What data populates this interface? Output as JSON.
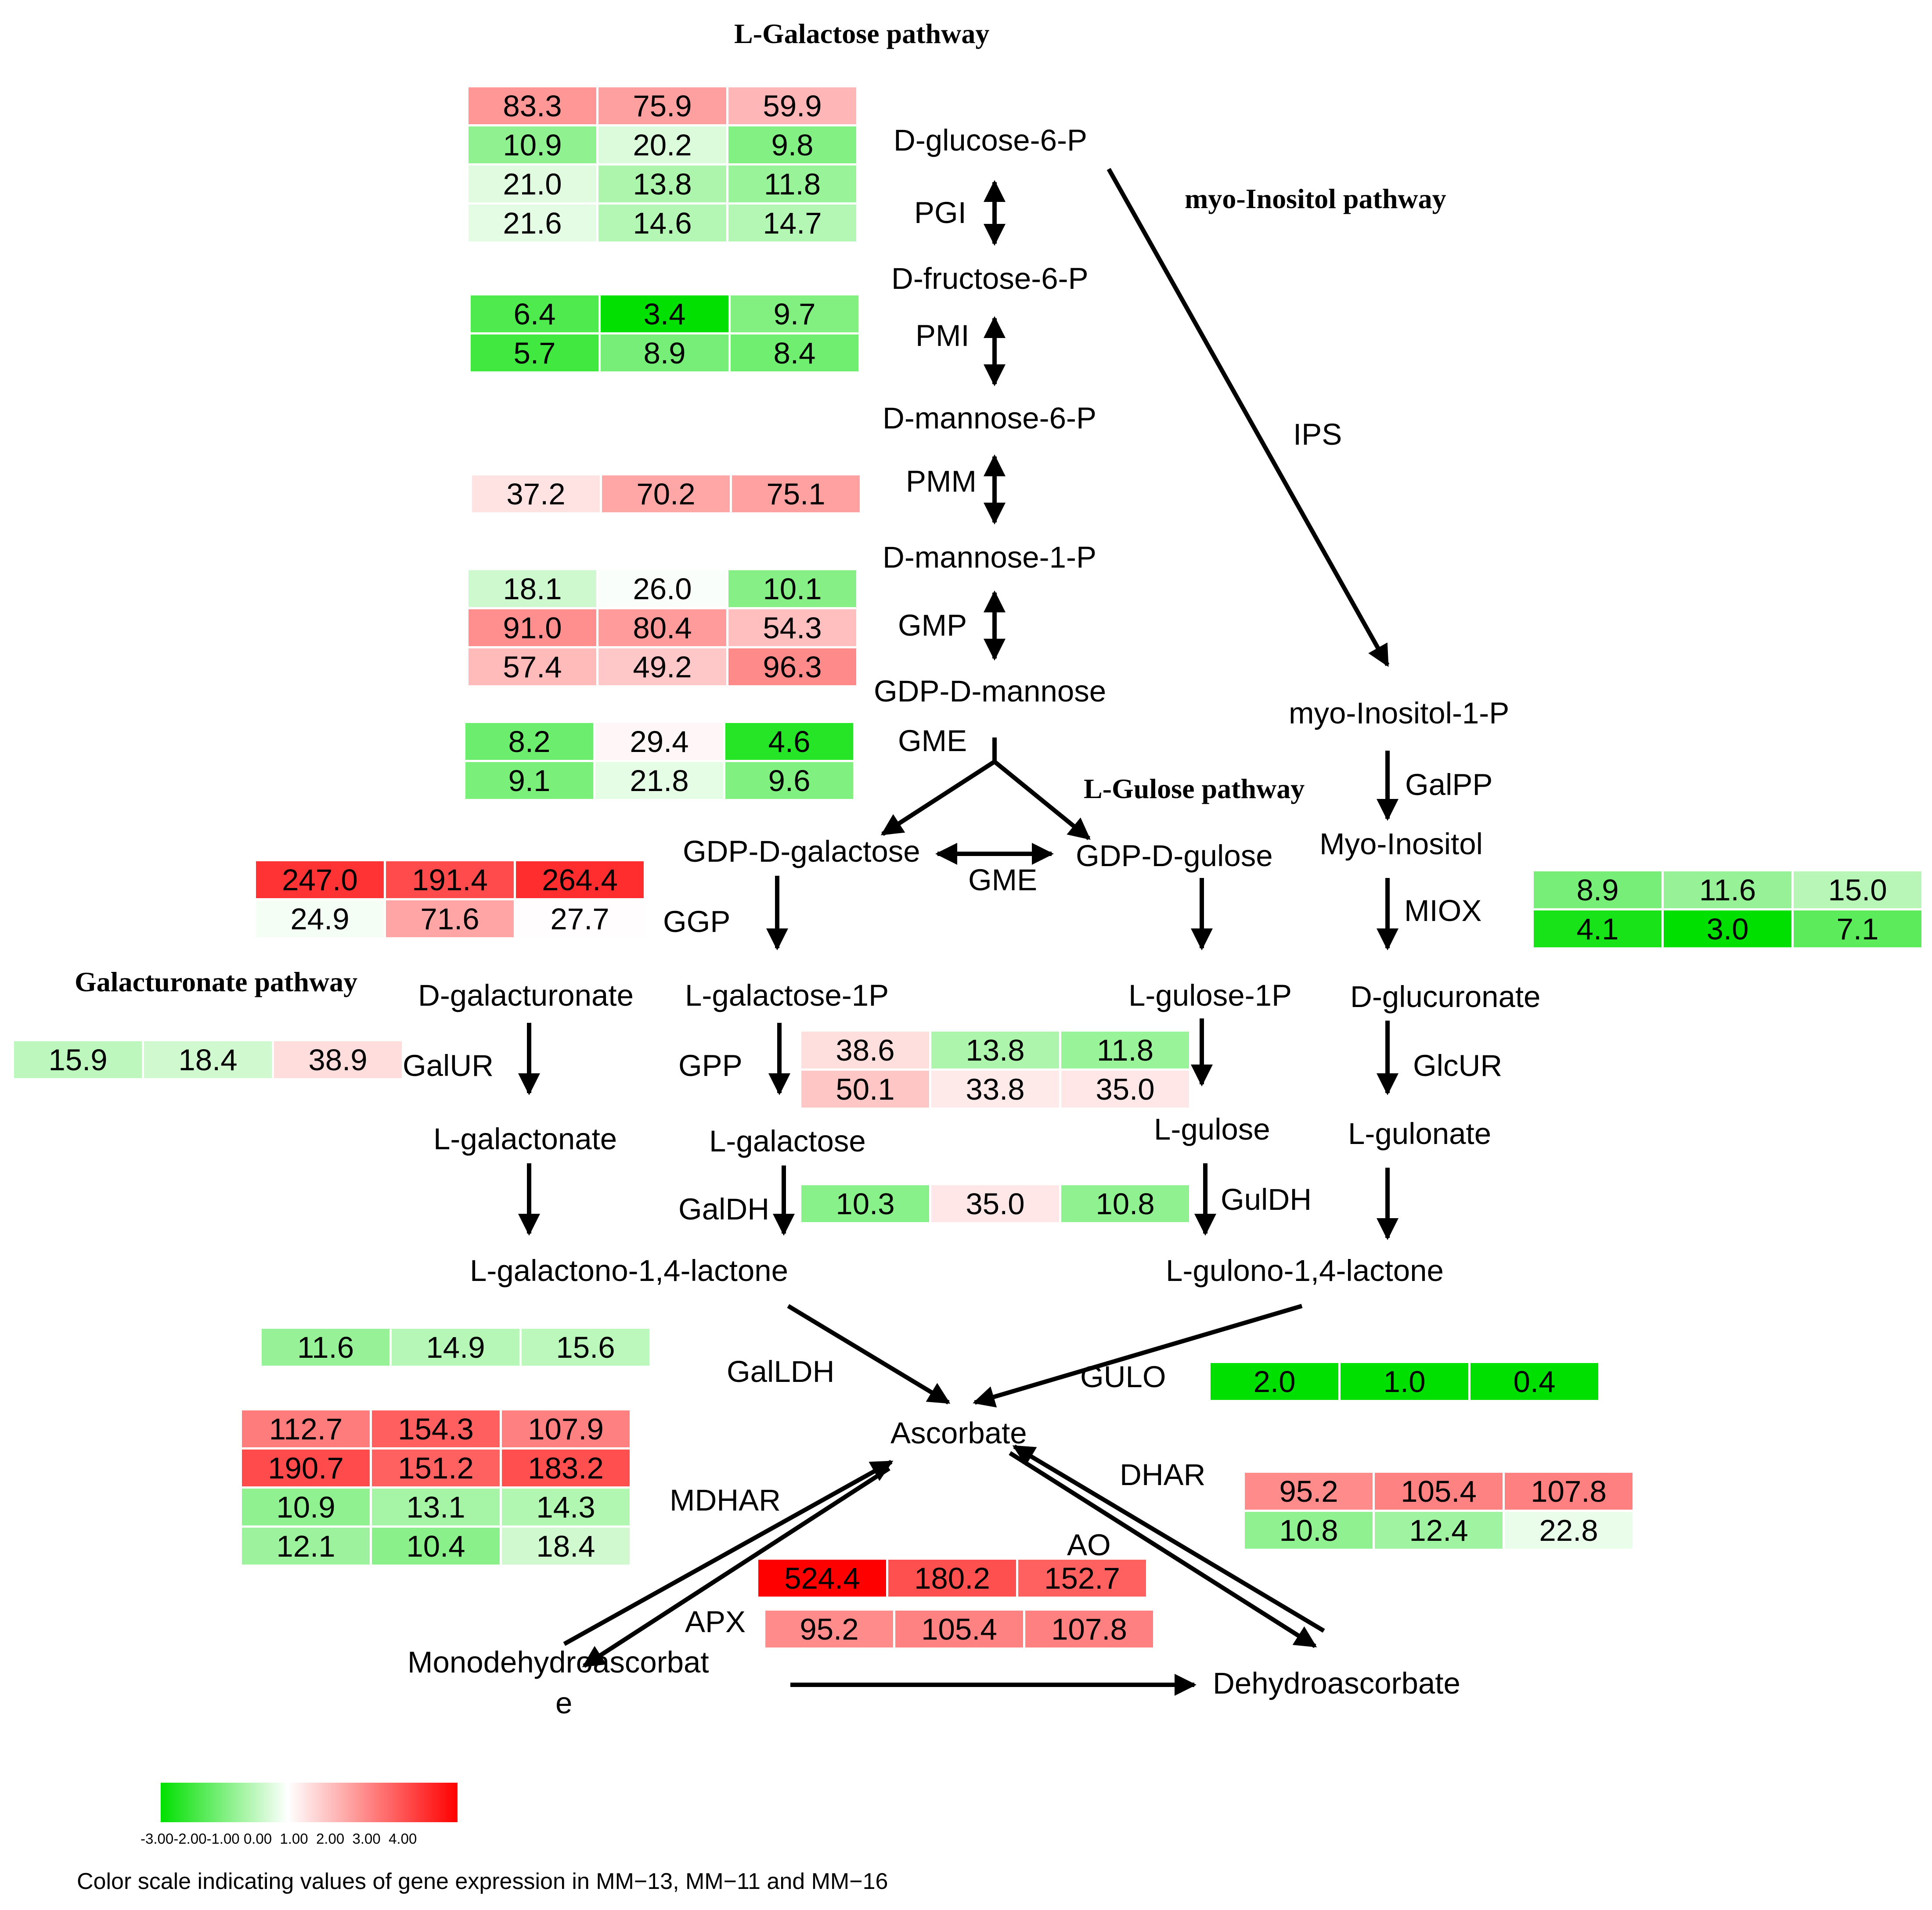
{
  "pathways": {
    "galactose": "L-Galactose pathway",
    "inositol": "myo-Inositol pathway",
    "gulose": "L-Gulose pathway",
    "galacturonate": "Galacturonate pathway"
  },
  "metabolites": {
    "glc6p": "D-glucose-6-P",
    "fru6p": "D-fructose-6-P",
    "man6p": "D-mannose-6-P",
    "man1p": "D-mannose-1-P",
    "gdpman": "GDP-D-mannose",
    "gdpgal": "GDP-D-galactose",
    "gdpgul": "GDP-D-gulose",
    "mi1p": "myo-Inositol-1-P",
    "mi": "Myo-Inositol",
    "dgalur": "D-galacturonate",
    "lgal1p": "L-galactose-1P",
    "lgul1p": "L-gulose-1P",
    "dgluc": "D-glucuronate",
    "lgalonate": "L-galactonate",
    "lgal": "L-galactose",
    "lgul": "L-gulose",
    "lgulonate": "L-gulonate",
    "lgallact": "L-galactono-1,4-lactone",
    "lgullact": "L-gulono-1,4-lactone",
    "asc": "Ascorbate",
    "mda_a": "Monodehydroascorbat",
    "mda_b": "e",
    "dha": "Dehydroascorbate"
  },
  "enzymes": {
    "pgi": "PGI",
    "pmi": "PMI",
    "pmm": "PMM",
    "gmp": "GMP",
    "gme1": "GME",
    "gme2": "GME",
    "ggp": "GGP",
    "ips": "IPS",
    "galpp": "GalPP",
    "miox": "MIOX",
    "galur": "GalUR",
    "gpp": "GPP",
    "glcur": "GlcUR",
    "galdh": "GalDH",
    "guldh": "GulDH",
    "galldh": "GalLDH",
    "gulo": "GULO",
    "mdhar": "MDHAR",
    "dhar": "DHAR",
    "ao": "AO",
    "apx": "APX"
  },
  "heatmaps": {
    "pgi": [
      [
        83.3,
        75.9,
        59.9
      ],
      [
        10.9,
        20.2,
        9.8
      ],
      [
        21.0,
        13.8,
        11.8
      ],
      [
        21.6,
        14.6,
        14.7
      ]
    ],
    "pmi": [
      [
        6.4,
        3.4,
        9.7
      ],
      [
        5.7,
        8.9,
        8.4
      ]
    ],
    "pmm": [
      [
        37.2,
        70.2,
        75.1
      ]
    ],
    "gmp": [
      [
        18.1,
        26.0,
        10.1
      ],
      [
        91.0,
        80.4,
        54.3
      ],
      [
        57.4,
        49.2,
        96.3
      ]
    ],
    "gme": [
      [
        8.2,
        29.4,
        4.6
      ],
      [
        9.1,
        21.8,
        9.6
      ]
    ],
    "ggp": [
      [
        247.0,
        191.4,
        264.4
      ],
      [
        24.9,
        71.6,
        27.7
      ]
    ],
    "miox": [
      [
        8.9,
        11.6,
        15.0
      ],
      [
        4.1,
        3.0,
        7.1
      ]
    ],
    "galur": [
      [
        15.9,
        18.4,
        38.9
      ]
    ],
    "gpp": [
      [
        38.6,
        13.8,
        11.8
      ],
      [
        50.1,
        33.8,
        35.0
      ]
    ],
    "galdh": [
      [
        10.3,
        35.0,
        10.8
      ]
    ],
    "galldh": [
      [
        11.6,
        14.9,
        15.6
      ]
    ],
    "gulo": [
      [
        2.0,
        1.0,
        0.4
      ]
    ],
    "mdhar": [
      [
        112.7,
        154.3,
        107.9
      ],
      [
        190.7,
        151.2,
        183.2
      ],
      [
        10.9,
        13.1,
        14.3
      ],
      [
        12.1,
        10.4,
        18.4
      ]
    ],
    "dhar": [
      [
        95.2,
        105.4,
        107.8
      ],
      [
        10.8,
        12.4,
        22.8
      ]
    ],
    "ao": [
      [
        524.4,
        180.2,
        152.7
      ]
    ],
    "apx": [
      [
        95.2,
        105.4,
        107.8
      ]
    ]
  },
  "scale": {
    "ticks": "-3.00-2.00-1.00 0.00  1.00  2.00  3.00  4.00",
    "caption": "Color scale indicating values of gene expression in MM−13, MM−11 and MM−16",
    "low_color": "#00e000",
    "mid_color": "#ffffff",
    "high_color": "#ff0000"
  }
}
